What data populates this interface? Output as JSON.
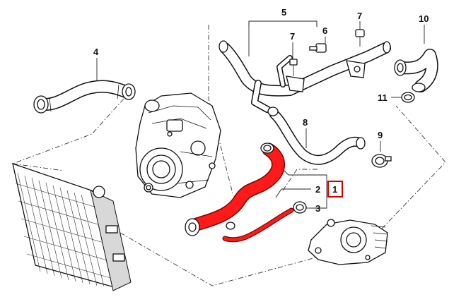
{
  "callouts": {
    "c1": "1",
    "c2": "2",
    "c3": "3",
    "c4": "4",
    "c5": "5",
    "c6": "6",
    "c7a": "7",
    "c7b": "7",
    "c8": "8",
    "c9": "9",
    "c10": "10",
    "c11": "11"
  },
  "colors": {
    "highlight_hose": "#ff1a1a",
    "highlight_box": "#d40000"
  }
}
